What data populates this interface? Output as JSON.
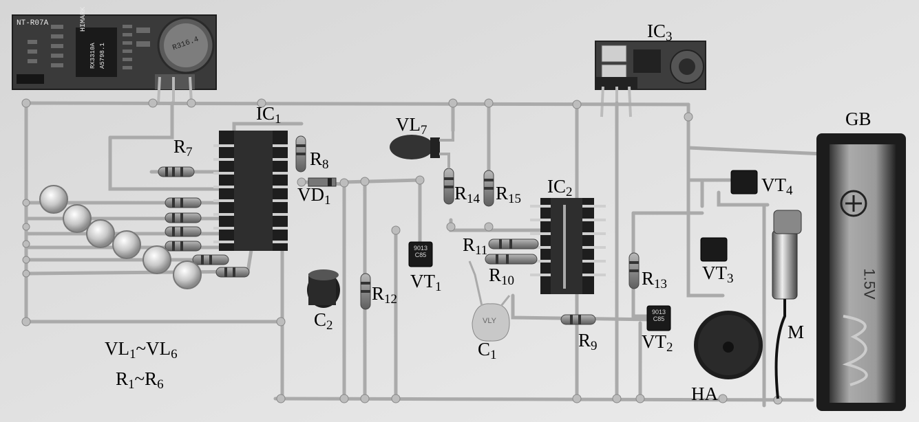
{
  "labels": {
    "ic1": {
      "main": "IC",
      "sub": "1"
    },
    "ic2": {
      "main": "IC",
      "sub": "2"
    },
    "ic3": {
      "main": "IC",
      "sub": "3"
    },
    "r7": {
      "main": "R",
      "sub": "7"
    },
    "r8": {
      "main": "R",
      "sub": "8"
    },
    "vd1": {
      "main": "VD",
      "sub": "1"
    },
    "vl7": {
      "main": "VL",
      "sub": "7"
    },
    "r14": {
      "main": "R",
      "sub": "14"
    },
    "r15": {
      "main": "R",
      "sub": "15"
    },
    "r11": {
      "main": "R",
      "sub": "11"
    },
    "r10": {
      "main": "R",
      "sub": "10"
    },
    "r12": {
      "main": "R",
      "sub": "12"
    },
    "r13": {
      "main": "R",
      "sub": "13"
    },
    "r9": {
      "main": "R",
      "sub": "9"
    },
    "vt1": {
      "main": "VT",
      "sub": "1"
    },
    "vt2": {
      "main": "VT",
      "sub": "2"
    },
    "vt3": {
      "main": "VT",
      "sub": "3"
    },
    "vt4": {
      "main": "VT",
      "sub": "4"
    },
    "c1": {
      "main": "C",
      "sub": "1"
    },
    "c2": {
      "main": "C",
      "sub": "2"
    },
    "gb": "GB",
    "m": "M",
    "ha": "HA",
    "vl_range": {
      "a": "VL",
      "a_sub": "1",
      "sep": "~",
      "b": "VL",
      "b_sub": "6"
    },
    "r_range": {
      "a": "R",
      "a_sub": "1",
      "sep": "~",
      "b": "R",
      "b_sub": "6"
    }
  },
  "module": {
    "model": "NT-R07A",
    "chip_brand": "HIMARK",
    "chip_part": "RX3310A",
    "chip_code": "A5798.1",
    "crystal": "R316.4"
  },
  "transistor_text": {
    "vt1": "9013\nC85",
    "vt2": "9013\nC85"
  },
  "capacitor_text": "VLY",
  "battery_text": "1.5V"
}
